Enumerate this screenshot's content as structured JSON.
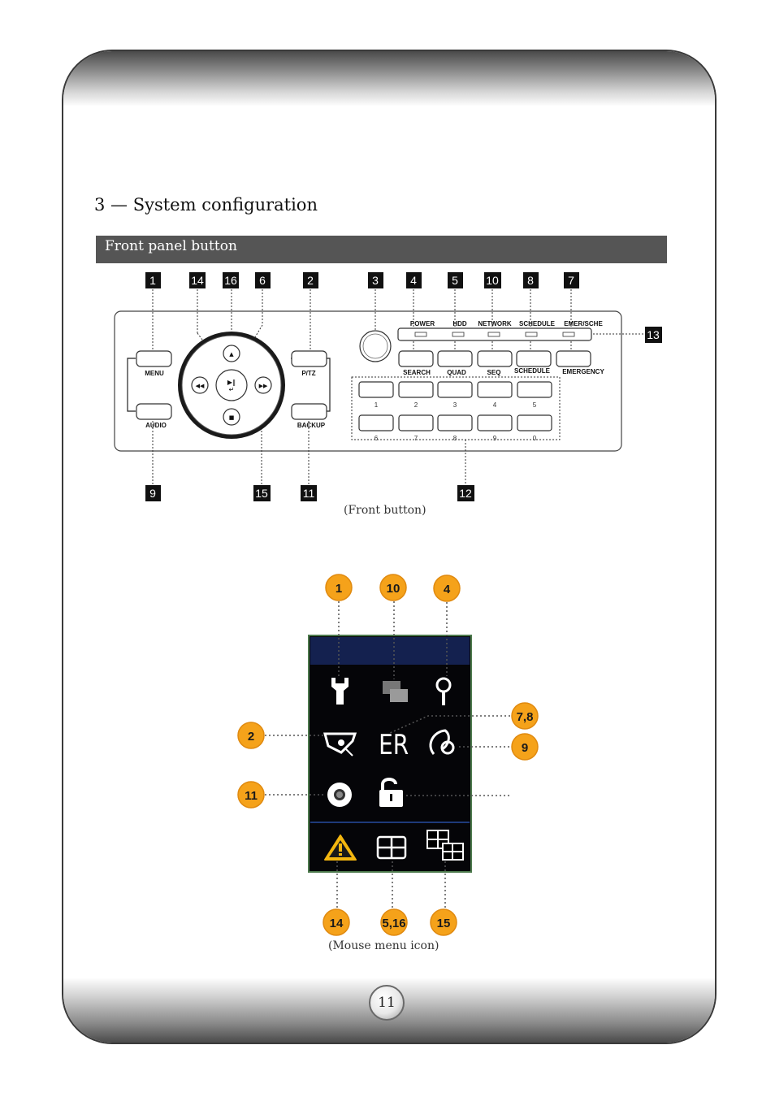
{
  "page": {
    "heading": "3 — System configuration",
    "section_title": "Front panel button",
    "front_caption": "(Front button)",
    "mouse_caption": "(Mouse menu icon)",
    "page_number": "11"
  },
  "front_panel": {
    "callouts_top": [
      "1",
      "14",
      "16",
      "6",
      "2",
      "3",
      "4",
      "5",
      "10",
      "8",
      "7"
    ],
    "callout_right": "13",
    "callouts_bottom": [
      "9",
      "15",
      "11",
      "12"
    ],
    "buttons": {
      "menu": "MENU",
      "ptz": "P/TZ",
      "audio": "AUDIO",
      "backup": "BACKUP",
      "search": "SEARCH",
      "quad": "QUAD",
      "seq": "SEQ",
      "schedule": "SCHEDULE",
      "emergency": "EMERGENCY"
    },
    "leds": {
      "power": "POWER",
      "hdd": "HDD",
      "network": "NETWORK",
      "schedule": "SCHEDULE",
      "emersche": "EMER/SCHE"
    },
    "number_keys_top": [
      "1",
      "2",
      "3",
      "4",
      "5"
    ],
    "number_keys_bottom": [
      "6",
      "7",
      "8",
      "9",
      "0"
    ]
  },
  "mouse_menu": {
    "badges": {
      "setup": "1",
      "multi": "10",
      "search": "4",
      "ptz": "2",
      "er": "7,8",
      "audio": "9",
      "record": "11",
      "alarm": "14",
      "quad": "5,16",
      "split": "15"
    },
    "er_label": "ER"
  }
}
